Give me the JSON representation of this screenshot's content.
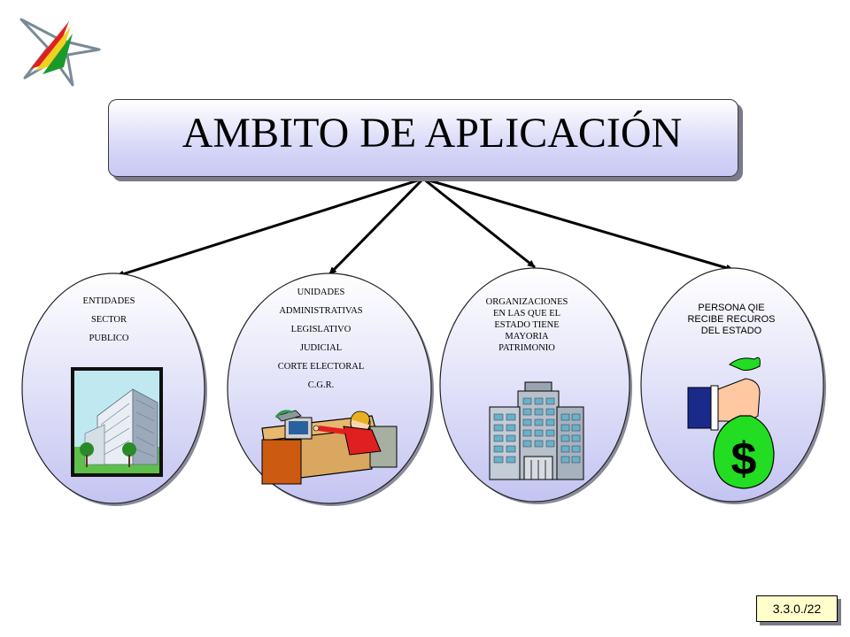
{
  "title": "AMBITO DE APLICACIÓN",
  "nodes": [
    {
      "lines": [
        "ENTIDADES",
        "SECTOR",
        "PUBLICO"
      ],
      "icon": "office-building-icon"
    },
    {
      "lines": [
        "UNIDADES",
        "ADMINISTRATIVAS",
        "LEGISLATIVO",
        "JUDICIAL",
        "CORTE ELECTORAL",
        "C.G.R."
      ],
      "icon": "office-worker-desk-icon"
    },
    {
      "lines": [
        "ORGANIZACIONES",
        "EN LAS  QUE  EL",
        "ESTADO  TIENE",
        "MAYORIA",
        "PATRIMONIO"
      ],
      "icon": "tall-building-icon"
    },
    {
      "lines": [
        "PERSONA  QIE",
        "RECIBE  RECUROS",
        "DEL  ESTADO"
      ],
      "icon": "money-bag-icon"
    }
  ],
  "page_number": "3.3.0./22",
  "colors": {
    "node_fill_top": "#ffffff",
    "node_fill_bottom": "#c8c8f4",
    "arrow": "#000000",
    "badge": "#ffffcc",
    "money_bag": "#22dd22"
  },
  "logo": "bolivia-star-logo-icon"
}
